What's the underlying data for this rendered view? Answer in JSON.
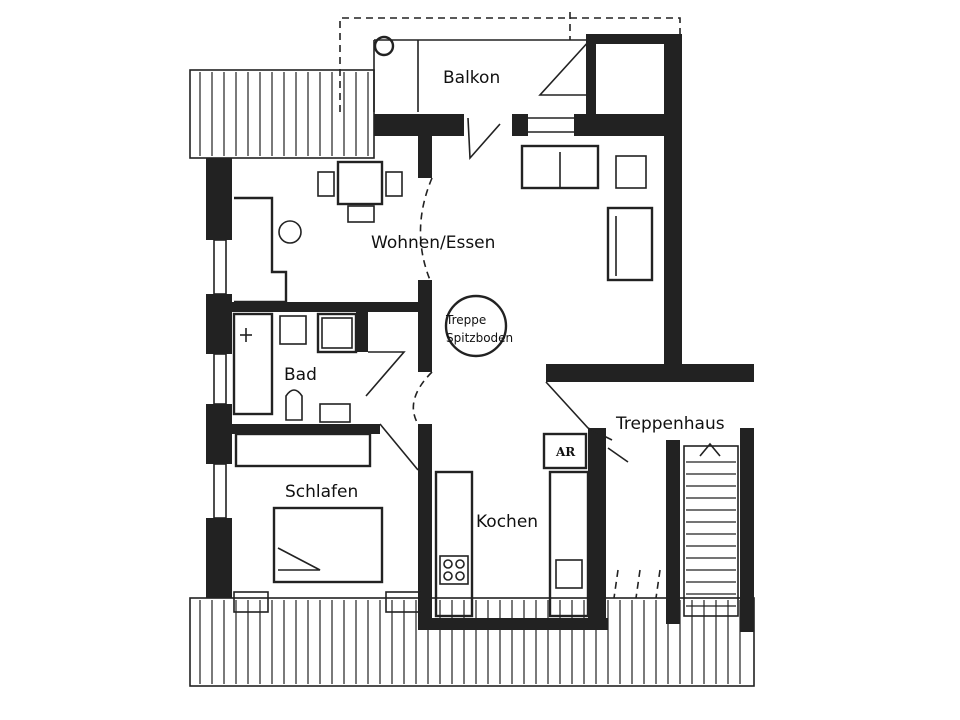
{
  "rooms": {
    "balkon": "Balkon",
    "wohnen": "Wohnen/Essen",
    "bad": "Bad",
    "schlafen": "Schlafen",
    "kochen": "Kochen",
    "treppenhaus": "Treppenhaus"
  },
  "stair_note": {
    "line1": "Treppe",
    "line2": "Spitzboden"
  },
  "fixture_label": "AR"
}
